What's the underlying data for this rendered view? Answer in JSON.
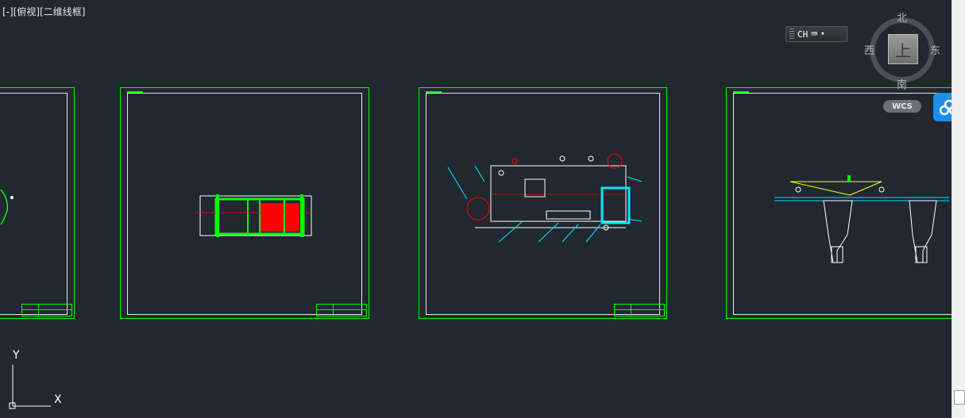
{
  "viewport": {
    "control_minus": "[-]",
    "view_name": "[俯视]",
    "visual_style": "[二维线框]"
  },
  "input_bar": {
    "lang": "CH",
    "keyboard_icon": "keyboard-icon"
  },
  "viewcube": {
    "north": "北",
    "south": "南",
    "east": "东",
    "west": "西",
    "face": "上"
  },
  "wcs": "WCS",
  "ucs": {
    "x_label": "X",
    "y_label": "Y"
  },
  "colors": {
    "background": "#212830",
    "sheet_border": "#00ff00",
    "accent_cloud": "#1e8fe8"
  }
}
